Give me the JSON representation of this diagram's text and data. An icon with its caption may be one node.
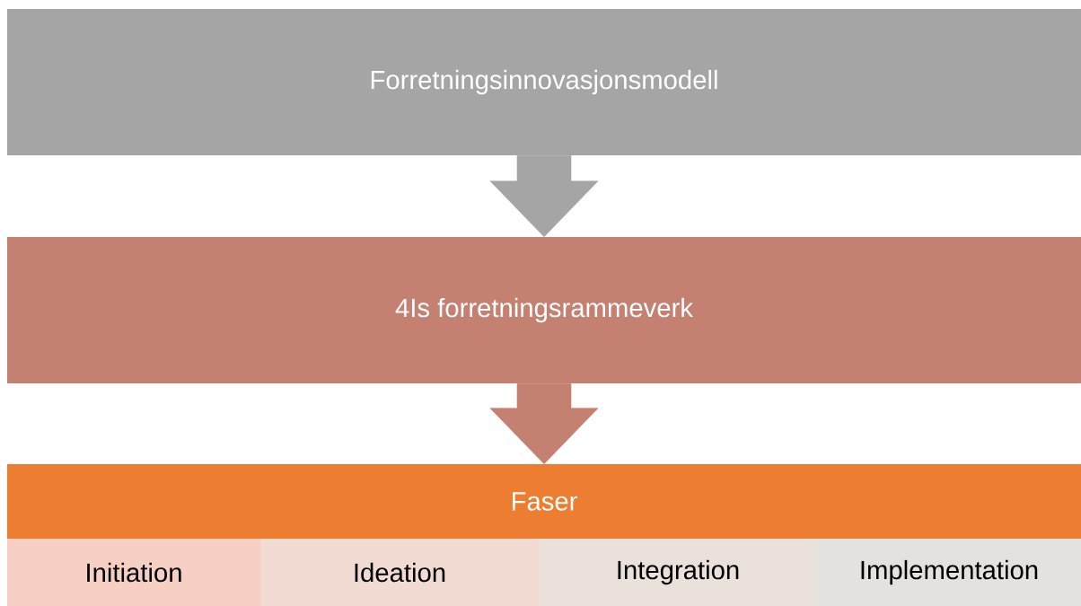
{
  "diagram": {
    "nodes": [
      {
        "text": [
          "Forretningsinnovasjonsmodell"
        ]
      },
      {
        "text": [
          "4Is forretningsrammeverk"
        ]
      },
      {
        "text": [
          "Faser"
        ]
      },
      {
        "text": [
          "Initiation"
        ]
      },
      {
        "text": [
          "Ideation"
        ]
      },
      {
        "text": [
          "Integration"
        ]
      },
      {
        "text": [
          "Implementation"
        ]
      }
    ],
    "edges": [
      {
        "from": 0,
        "to": 1,
        "arrow": "to",
        "style": "thick",
        "color": "#a5a5a5"
      },
      {
        "from": 1,
        "to": 2,
        "arrow": "to",
        "style": "thick",
        "color": "#c48070"
      }
    ]
  }
}
